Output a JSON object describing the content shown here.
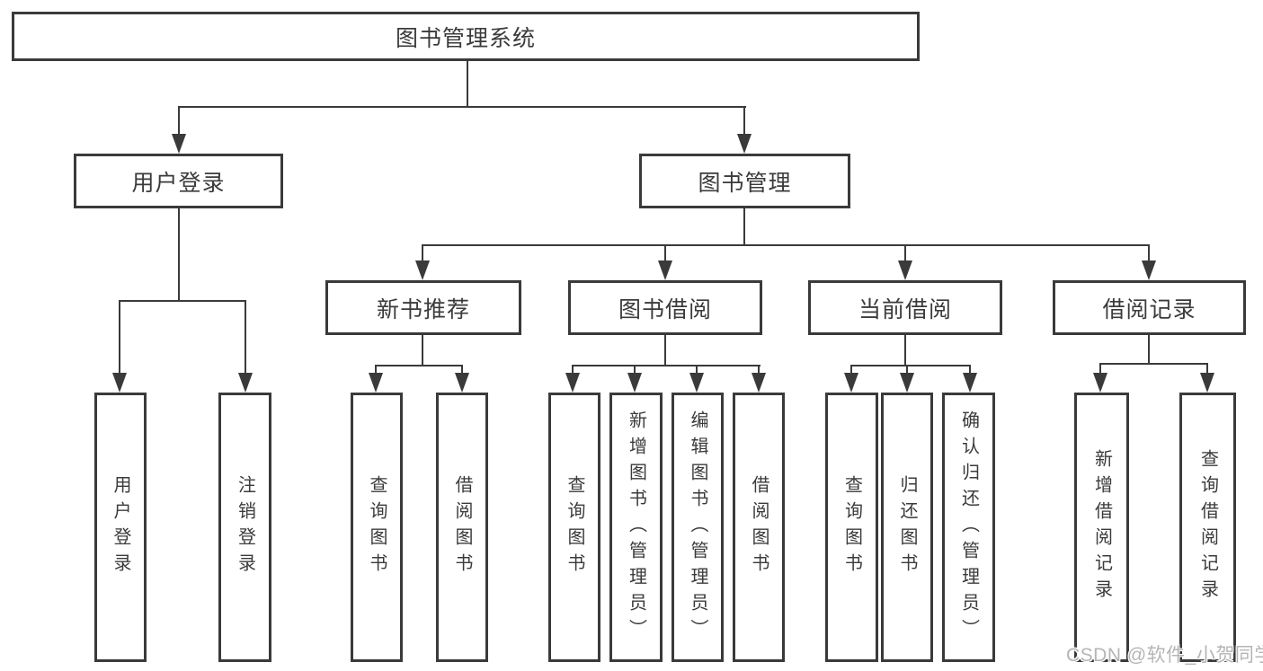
{
  "diagram": {
    "title": "图书管理系统",
    "branches": {
      "user_login": {
        "label": "用户登录",
        "children": [
          {
            "label": "用户登录"
          },
          {
            "label": "注销登录"
          }
        ]
      },
      "book_mgmt": {
        "label": "图书管理",
        "children": [
          {
            "label": "新书推荐",
            "children": [
              {
                "label": "查询图书"
              },
              {
                "label": "借阅图书"
              }
            ]
          },
          {
            "label": "图书借阅",
            "children": [
              {
                "label": "查询图书"
              },
              {
                "label": "新增图书（管理员）"
              },
              {
                "label": "编辑图书（管理员）"
              },
              {
                "label": "借阅图书"
              }
            ]
          },
          {
            "label": "当前借阅",
            "children": [
              {
                "label": "查询图书"
              },
              {
                "label": "归还图书"
              },
              {
                "label": "确认归还（管理员）"
              }
            ]
          },
          {
            "label": "借阅记录",
            "children": [
              {
                "label": "新增借阅记录"
              },
              {
                "label": "查询借阅记录"
              }
            ]
          }
        ]
      }
    },
    "watermark": "CSDN @软件_小贺同学",
    "colors": {
      "line": "#3a3a3a",
      "box_border": "#3a3a3a",
      "box_fill": "#ffffff",
      "text": "#3b3b3b",
      "watermark": "#b5b5b5",
      "background": "#ffffff"
    }
  }
}
